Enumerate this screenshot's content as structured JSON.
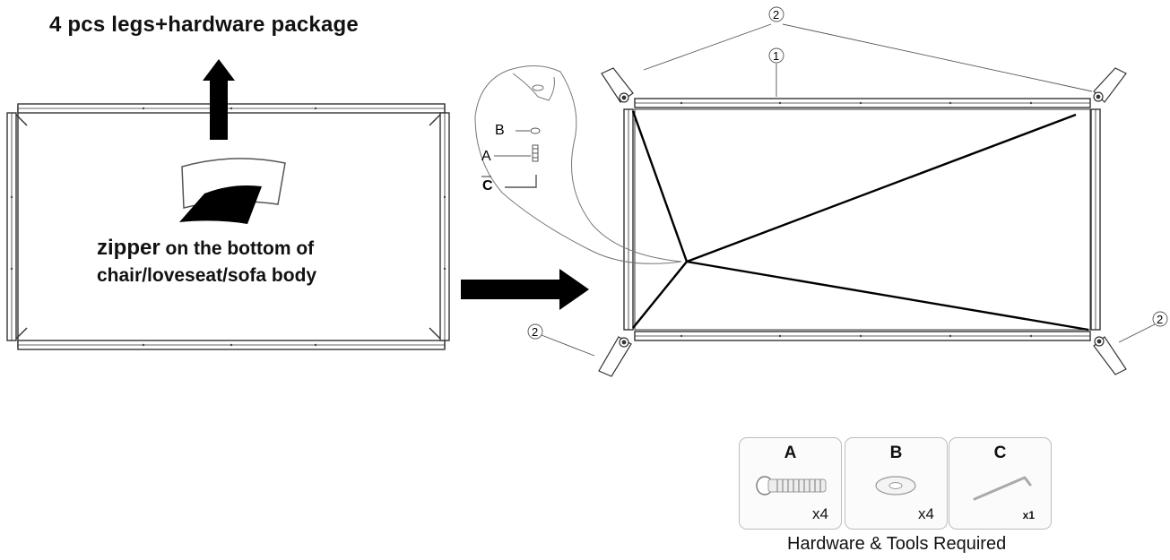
{
  "title": "4 pcs legs+hardware package",
  "zipper_note": {
    "bold_word": "zipper",
    "line1_rest": " on the bottom of",
    "line2": "chair/loveseat/sofa body"
  },
  "callouts": {
    "part_1": "1",
    "part_2": "2",
    "label_b": "B",
    "label_a": "A",
    "label_c": "C"
  },
  "hardware": {
    "items": [
      {
        "letter": "A",
        "qty": "x4",
        "icon": "bolt-icon"
      },
      {
        "letter": "B",
        "qty": "x4",
        "icon": "washer-icon"
      },
      {
        "letter": "C",
        "qty": "x1",
        "icon": "allen-key-icon"
      }
    ],
    "footer": "Hardware & Tools Required"
  }
}
